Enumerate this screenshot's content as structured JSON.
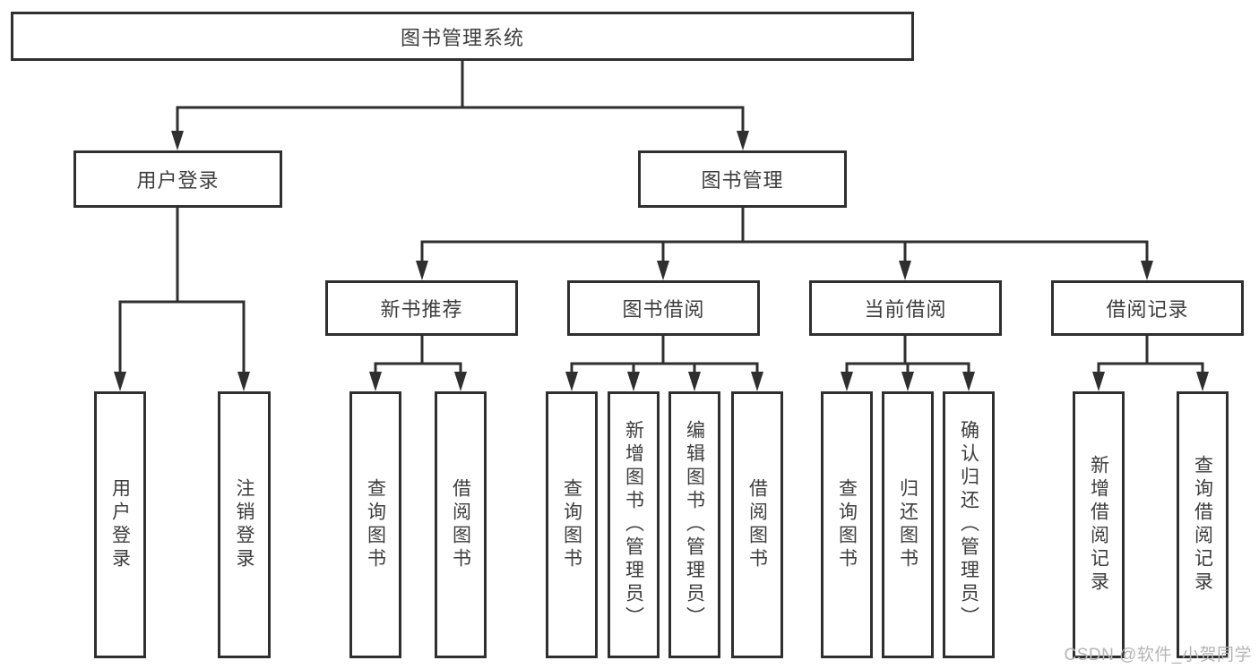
{
  "tree": {
    "label": "图书管理系统",
    "children": [
      {
        "label": "用户登录",
        "children": [
          {
            "label": "用户登录"
          },
          {
            "label": "注销登录"
          }
        ]
      },
      {
        "label": "图书管理",
        "children": [
          {
            "label": "新书推荐",
            "children": [
              {
                "label": "查询图书"
              },
              {
                "label": "借阅图书"
              }
            ]
          },
          {
            "label": "图书借阅",
            "children": [
              {
                "label": "查询图书"
              },
              {
                "label": "新增图书（管理员）"
              },
              {
                "label": "编辑图书（管理员）"
              },
              {
                "label": "借阅图书"
              }
            ]
          },
          {
            "label": "当前借阅",
            "children": [
              {
                "label": "查询图书"
              },
              {
                "label": "归还图书"
              },
              {
                "label": "确认归还（管理员）"
              }
            ]
          },
          {
            "label": "借阅记录",
            "children": [
              {
                "label": "新增借阅记录"
              },
              {
                "label": "查询借阅记录"
              }
            ]
          }
        ]
      }
    ]
  },
  "watermark": {
    "text": "CSDN @软件_小贺同学"
  },
  "colors": {
    "line": "#2f2f2f",
    "text": "#3d3d3d",
    "watermark": "#b5b5b5",
    "background": "#ffffff"
  }
}
